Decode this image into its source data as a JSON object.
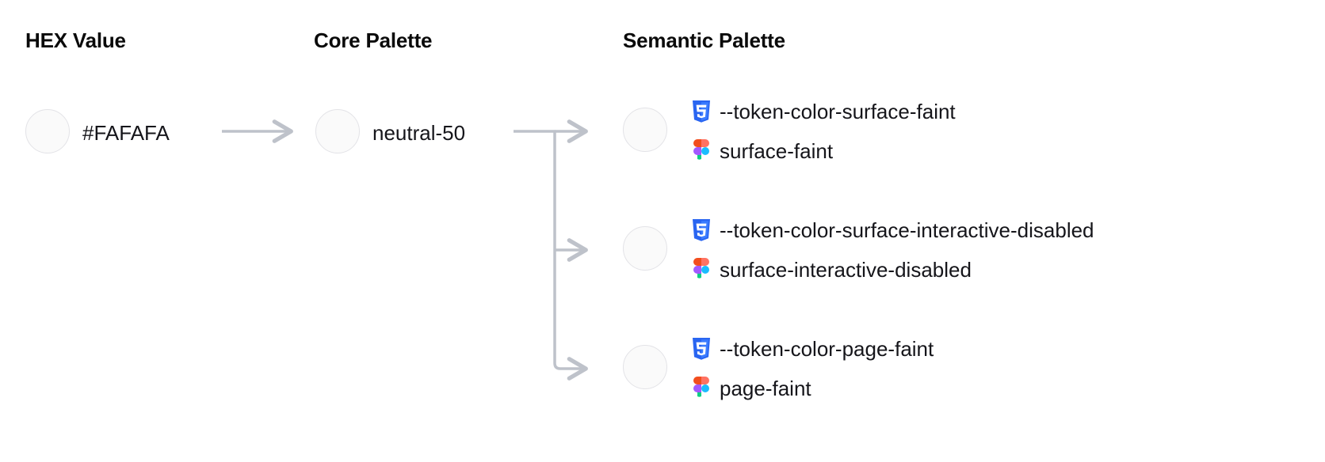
{
  "columns": {
    "hex": "HEX Value",
    "core": "Core Palette",
    "semantic": "Semantic Palette"
  },
  "hex": {
    "value": "#FAFAFA",
    "swatch_color": "#FAFAFA"
  },
  "core": {
    "value": "neutral-50",
    "swatch_color": "#FAFAFA"
  },
  "semantic": [
    {
      "swatch_color": "#FAFAFA",
      "css_icon": "css3-icon",
      "css_token": "--token-color-surface-faint",
      "figma_icon": "figma-icon",
      "figma_token": "surface-faint"
    },
    {
      "swatch_color": "#FAFAFA",
      "css_icon": "css3-icon",
      "css_token": "--token-color-surface-interactive-disabled",
      "figma_icon": "figma-icon",
      "figma_token": "surface-interactive-disabled"
    },
    {
      "swatch_color": "#FAFAFA",
      "css_icon": "css3-icon",
      "css_token": "--token-color-page-faint",
      "figma_icon": "figma-icon",
      "figma_token": "page-faint"
    }
  ],
  "colors": {
    "background": "#FFFFFF",
    "text": "#15151A",
    "heading": "#0A0A0A",
    "connector": "#BEC2CA",
    "swatch_border": "#E3E3E7",
    "css_blue": "#2965F1",
    "css_blue_light": "#3B7CFF",
    "figma_orange": "#F24E1E",
    "figma_salmon": "#FF7262",
    "figma_purple": "#A259FF",
    "figma_blue": "#1ABCFE",
    "figma_green": "#0ACF83"
  }
}
